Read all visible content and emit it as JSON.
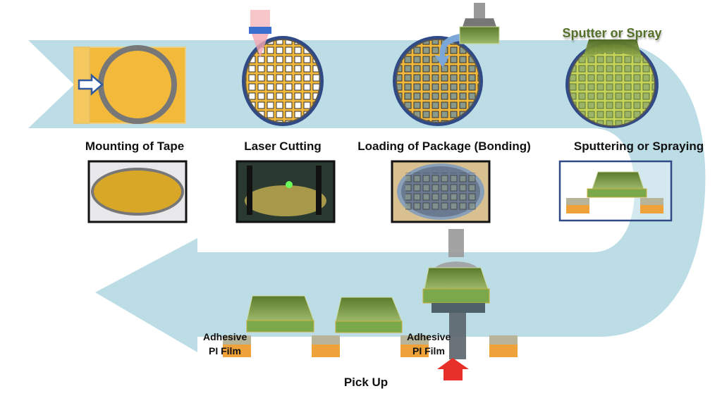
{
  "steps": [
    {
      "label": "Mounting of Tape"
    },
    {
      "label": "Laser Cutting"
    },
    {
      "label": "Loading of Package (Bonding)"
    },
    {
      "label": "Sputtering or Spraying"
    }
  ],
  "sputter_caption": "Sputter or Spray",
  "pickup": {
    "label": "Pick Up",
    "adhesive_label": "Adhesive",
    "film_label": "PI Film"
  },
  "colors": {
    "flow": "#bcdde6",
    "tape": "#f2b93b",
    "ring": "#2f4a86",
    "package": "#6f8f3a",
    "pad": "#f0a23a",
    "arrow": "#e8302a"
  }
}
